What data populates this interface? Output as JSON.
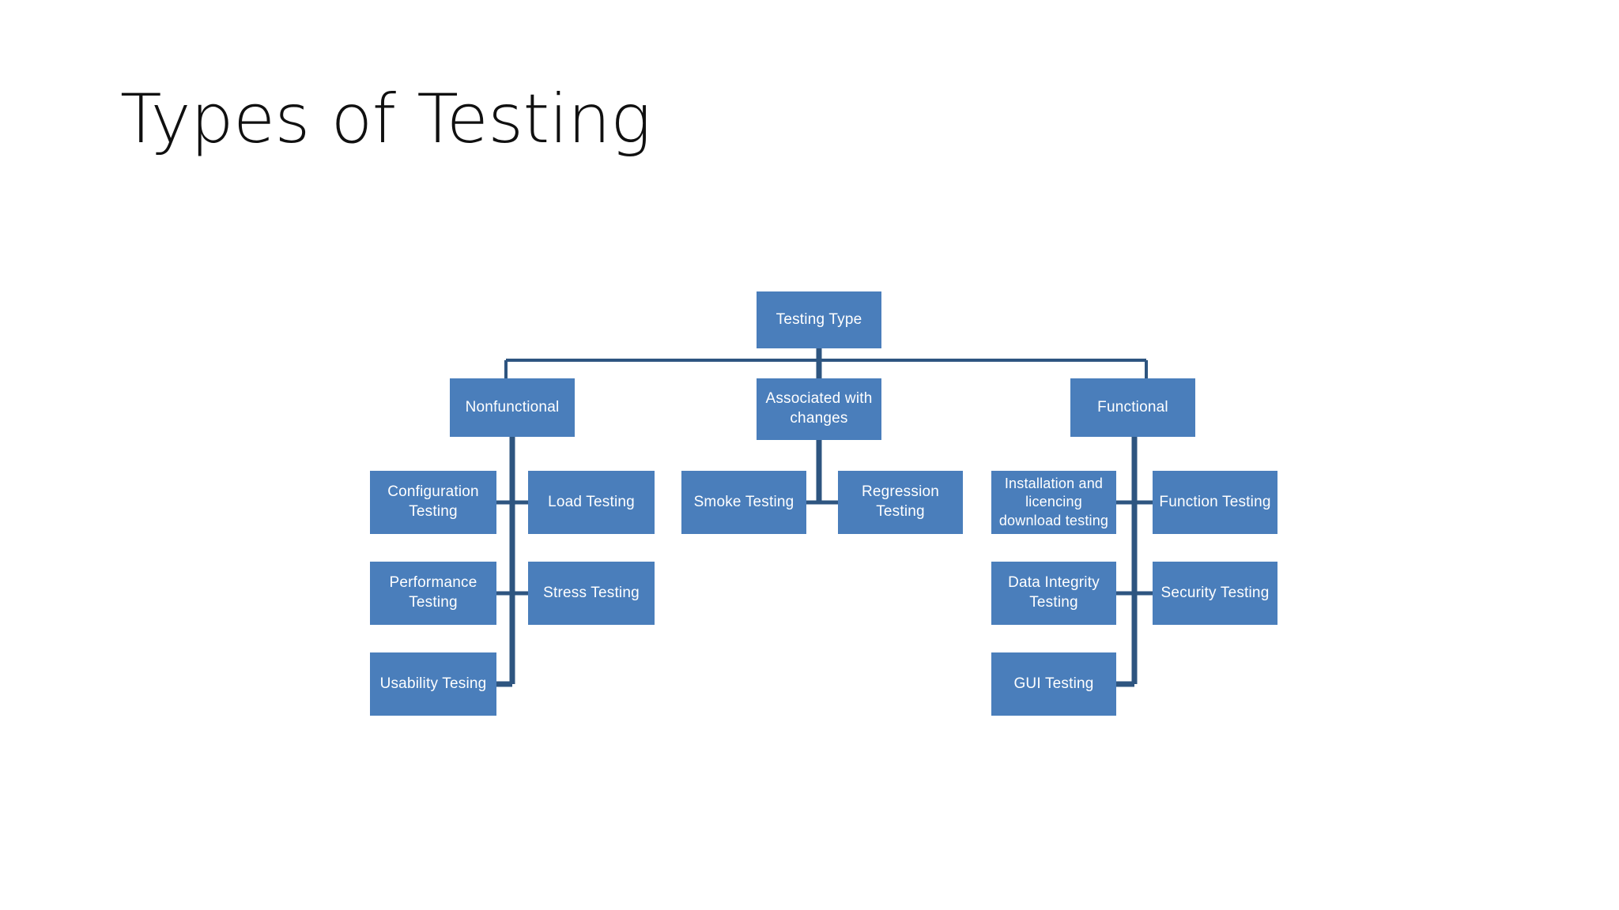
{
  "slide": {
    "title": "Types of Testing",
    "background_color": "#ffffff",
    "node_fill_color": "#4a7ebb",
    "node_text_color": "#ffffff",
    "connector_color": "#2e5580"
  },
  "diagram": {
    "type": "org-chart",
    "root": {
      "id": "root",
      "label": "Testing Type"
    },
    "branches": [
      {
        "id": "nonfunctional",
        "label": "Nonfunctional",
        "children_left": [
          {
            "id": "configuration-testing",
            "label": "Configuration\nTesting"
          },
          {
            "id": "performance-testing",
            "label": "Performance\nTesting"
          },
          {
            "id": "usability-tesing",
            "label": "Usability  Tesing"
          }
        ],
        "children_right": [
          {
            "id": "load-testing",
            "label": "Load Testing"
          },
          {
            "id": "stress-testing",
            "label": "Stress Testing"
          }
        ]
      },
      {
        "id": "associated-with-changes",
        "label": "Associated with\nchanges",
        "children_left": [
          {
            "id": "smoke-testing",
            "label": "Smoke  Testing"
          }
        ],
        "children_right": [
          {
            "id": "regression-testing",
            "label": "Regression\nTesting"
          }
        ]
      },
      {
        "id": "functional",
        "label": "Functional",
        "children_left": [
          {
            "id": "installation-licencing-download-testing",
            "label": "Installation  and\nlicencing\ndownload testing"
          },
          {
            "id": "data-integrity-testing",
            "label": "Data Integrity\nTesting"
          },
          {
            "id": "gui-testing",
            "label": "GUI  Testing"
          }
        ],
        "children_right": [
          {
            "id": "function-testing",
            "label": "Function Testing"
          },
          {
            "id": "security-testing",
            "label": "Security Testing"
          }
        ]
      }
    ]
  }
}
